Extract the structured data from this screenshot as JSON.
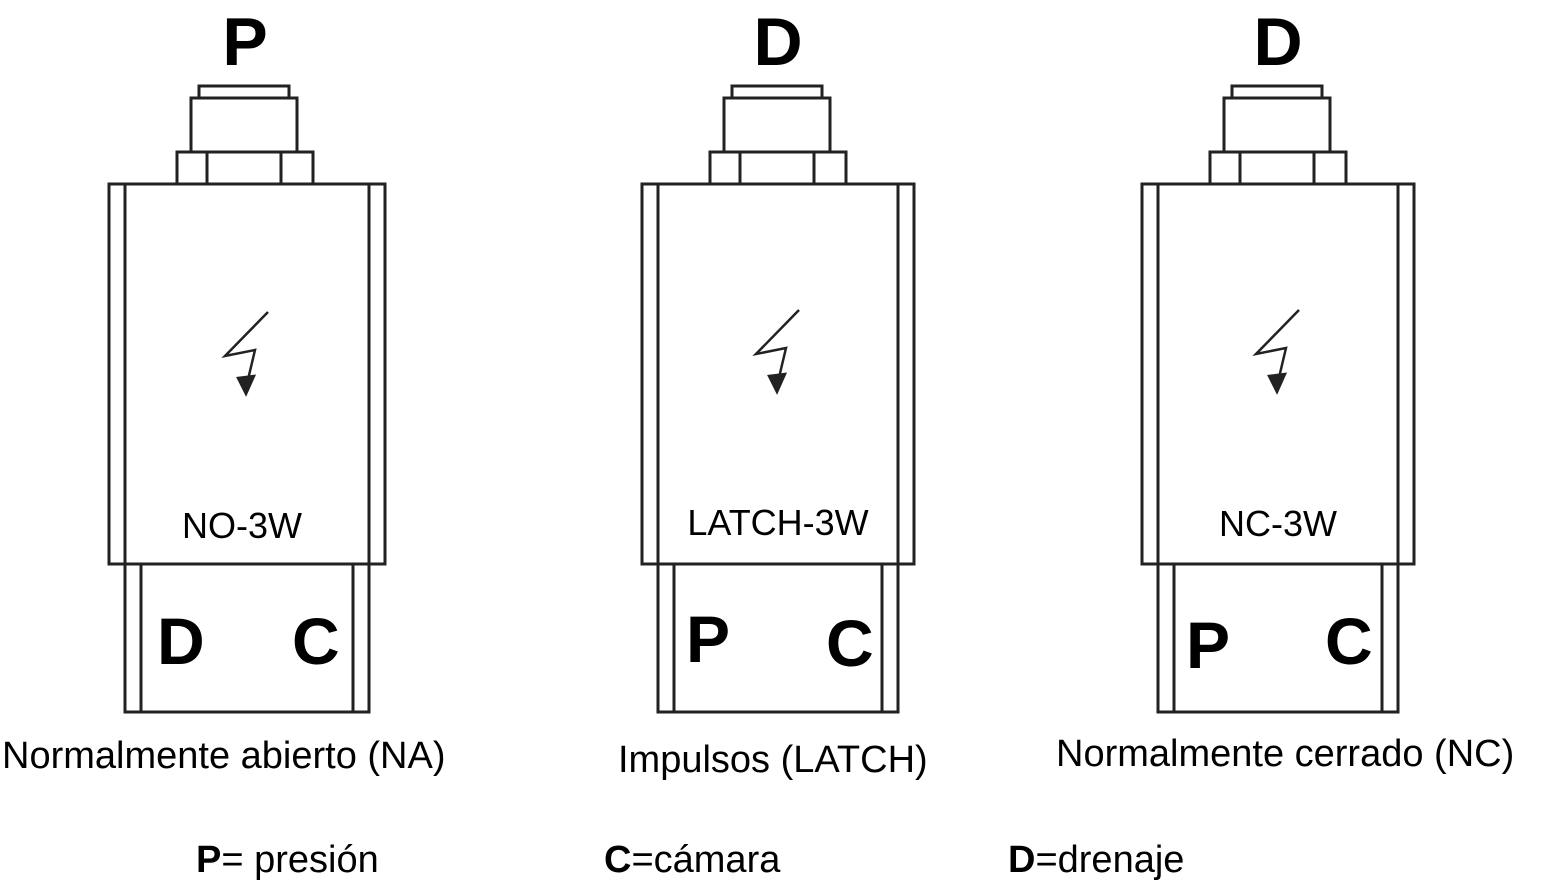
{
  "valves": [
    {
      "top_port": "P",
      "model": "NO-3W",
      "left_port": "D",
      "right_port": "C",
      "caption": "Normalmente abierto (NA)"
    },
    {
      "top_port": "D",
      "model": "LATCH-3W",
      "left_port": "P",
      "right_port": "C",
      "caption": "Impulsos (LATCH)"
    },
    {
      "top_port": "D",
      "model": "NC-3W",
      "left_port": "P",
      "right_port": "C",
      "caption": "Normalmente cerrado (NC)"
    }
  ],
  "legend": [
    {
      "key": "P",
      "text": "= presión"
    },
    {
      "key": "C",
      "text": "=cámara"
    },
    {
      "key": "D",
      "text": "=drenaje"
    }
  ],
  "icons": {
    "coil_symbol": "lightning-bolt-icon"
  },
  "colors": {
    "stroke": "#222222",
    "text": "#000000"
  }
}
